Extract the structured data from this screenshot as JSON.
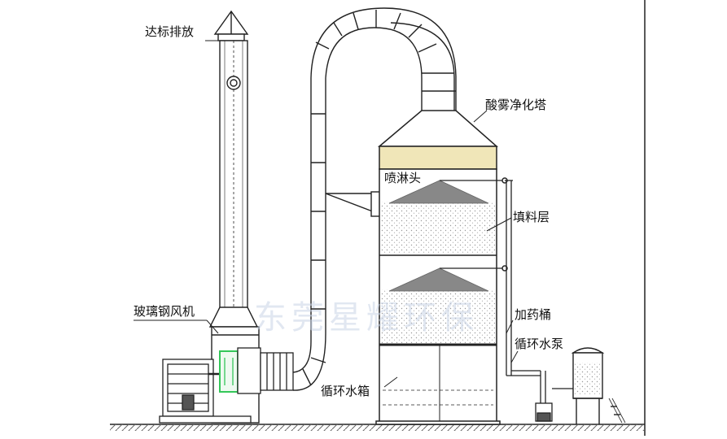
{
  "labels": {
    "exhaust": "达标排放",
    "tower": "酸雾净化塔",
    "spray_head": "喷淋头",
    "packing_layer": "填料层",
    "fan": "玻璃钢风机",
    "dosing_tank": "加药桶",
    "circulation_pump": "循环水泵",
    "circulation_tank": "循环水箱"
  },
  "watermark": "东莞星耀环保",
  "colors": {
    "line": "#222222",
    "fan_highlight": "#34c759",
    "packing": "#777777",
    "packing_band": "#f0e6b8",
    "watermark": "#c9d4e6"
  }
}
